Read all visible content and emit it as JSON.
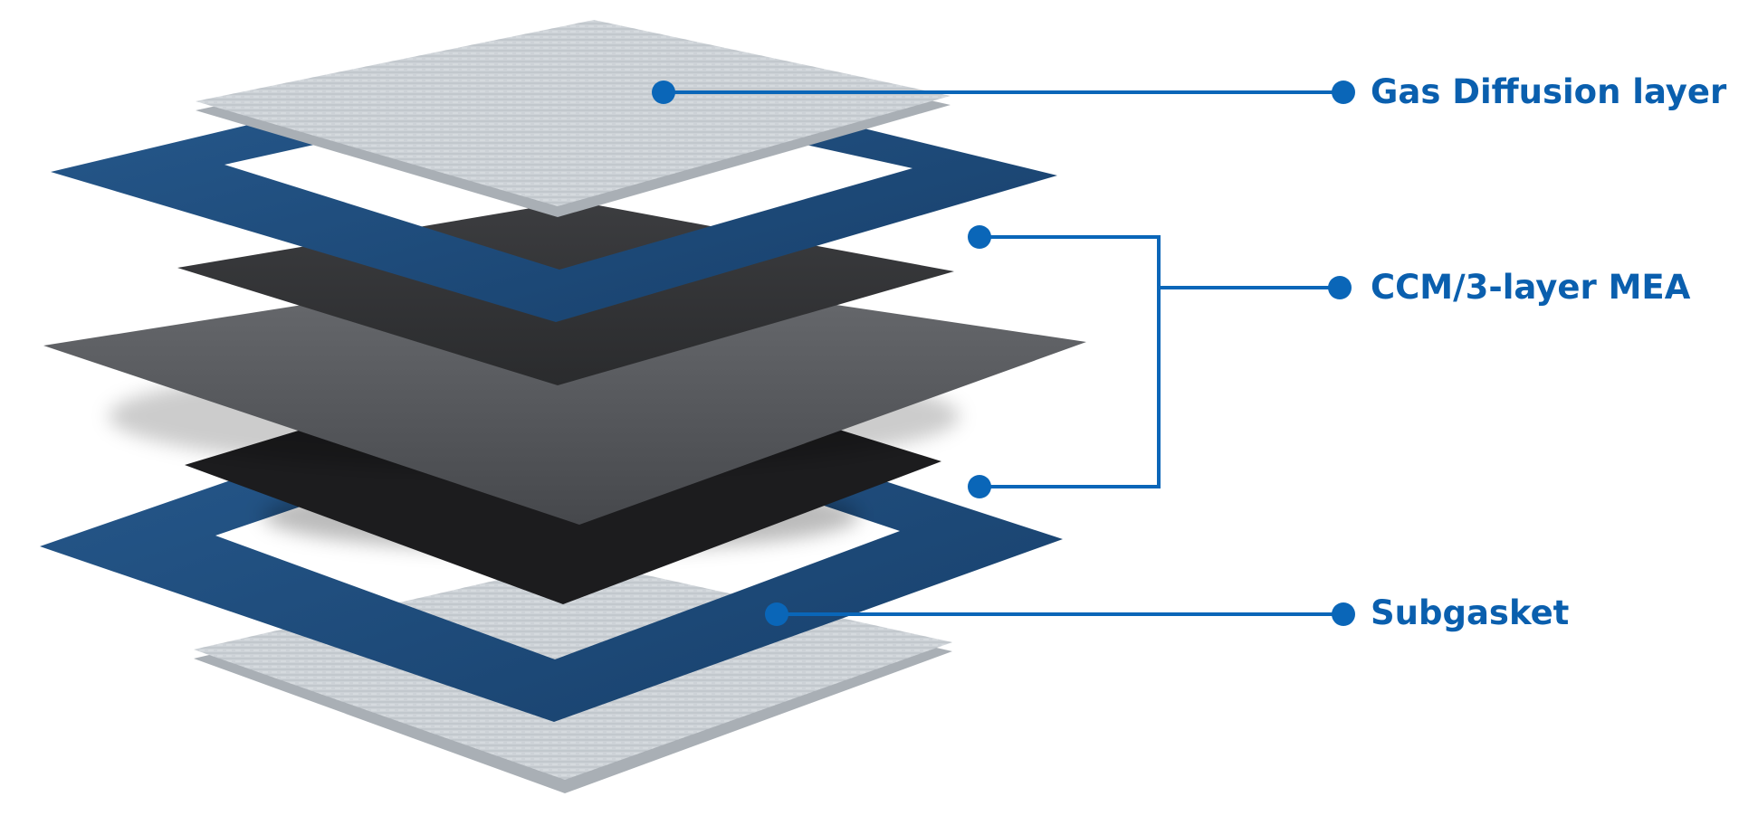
{
  "labels": {
    "gas_diffusion_layer": "Gas Diffusion layer",
    "ccm_mea": "CCM/3-layer MEA",
    "subgasket": "Subgasket"
  },
  "colors": {
    "accent": "#0A66B8",
    "label_text": "#0A5FAE",
    "subgasket_blue": "#1F4F82",
    "gdl_gray": "#C9CED3",
    "membrane_dark": "#2E2E30",
    "catalyst_gray": "#5C5E62"
  },
  "icons": {
    "callout_dot": "filled-circle"
  }
}
